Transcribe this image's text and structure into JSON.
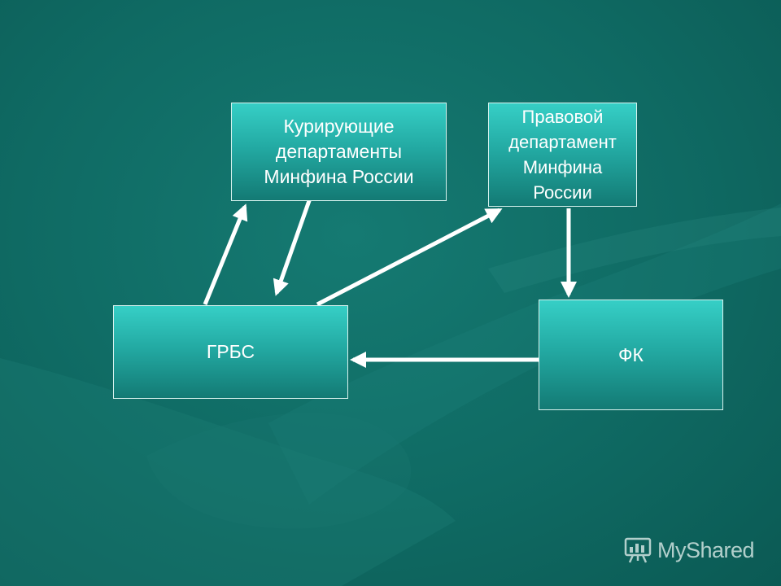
{
  "diagram": {
    "boxes": {
      "kuriruyushchie": "Курирующие\nдепартаменты\nМинфина России",
      "pravovoy": "Правовой\nдепартамент\nМинфина\nРоссии",
      "grbs": "ГРБС",
      "fk": "ФК"
    },
    "connections": [
      {
        "from": "grbs",
        "to": "kuriruyushchie"
      },
      {
        "from": "kuriruyushchie",
        "to": "grbs"
      },
      {
        "from": "grbs",
        "to": "pravovoy"
      },
      {
        "from": "pravovoy",
        "to": "fk"
      },
      {
        "from": "fk",
        "to": "grbs"
      }
    ]
  },
  "watermark": {
    "text": "MyShared",
    "icon": "presentation-board-icon"
  },
  "colors": {
    "background": "#0f6a63",
    "box_top": "#36cfc6",
    "box_bottom": "#137a74",
    "arrow": "#ffffff"
  }
}
